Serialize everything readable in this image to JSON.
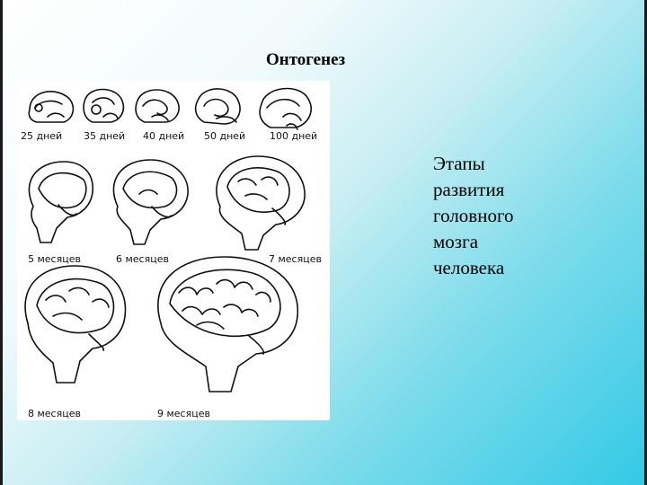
{
  "slide": {
    "title": "Онтогенез",
    "caption_lines": [
      "Этапы",
      "развития",
      "головного",
      "мозга",
      "человека"
    ]
  },
  "figure": {
    "row1_labels": [
      "25 дней",
      "35 дней",
      "40 дней",
      "50 дней",
      "100 дней"
    ],
    "row2_labels": [
      "5 месяцев",
      "6 месяцев",
      "7 месяцев"
    ],
    "row3_labels": [
      "8 месяцев",
      "9 месяцев"
    ]
  }
}
